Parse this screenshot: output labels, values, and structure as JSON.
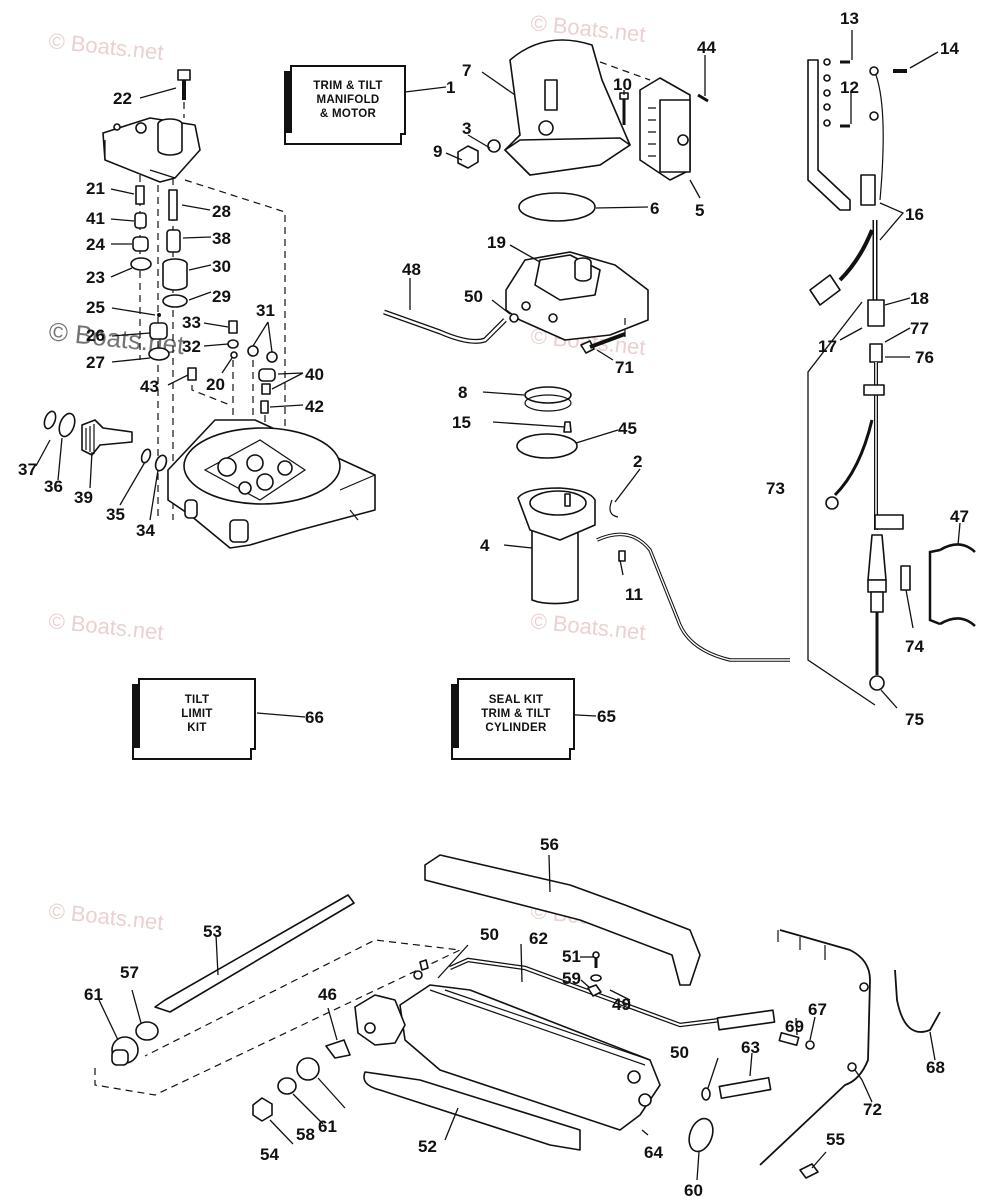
{
  "diagram": {
    "title": "Trim & Tilt parts exploded diagram",
    "watermark_text": "© Boats.net",
    "watermark_color": "#e7c8c8",
    "ink_color": "#111111"
  },
  "kits": [
    {
      "id": "kit-1",
      "text": "TRIM & TILT\nMANIFOLD\n& MOTOR",
      "callout": "1"
    },
    {
      "id": "kit-66",
      "text": "TILT\nLIMIT\nKIT",
      "callout": "66"
    },
    {
      "id": "kit-65",
      "text": "SEAL KIT\nTRIM & TILT\nCYLINDER",
      "callout": "65"
    }
  ],
  "callouts": [
    "22",
    "1",
    "7",
    "3",
    "9",
    "10",
    "44",
    "5",
    "6",
    "13",
    "14",
    "12",
    "16",
    "18",
    "17",
    "77",
    "76",
    "21",
    "41",
    "24",
    "23",
    "28",
    "38",
    "30",
    "29",
    "25",
    "26",
    "27",
    "33",
    "32",
    "31",
    "20",
    "40",
    "43",
    "42",
    "19",
    "48",
    "50",
    "71",
    "8",
    "15",
    "45",
    "2",
    "4",
    "11",
    "73",
    "47",
    "74",
    "75",
    "37",
    "36",
    "39",
    "35",
    "34",
    "66",
    "65",
    "56",
    "53",
    "50",
    "62",
    "51",
    "59",
    "49",
    "57",
    "61",
    "46",
    "69",
    "67",
    "68",
    "50",
    "63",
    "72",
    "61",
    "58",
    "54",
    "52",
    "64",
    "60",
    "55"
  ]
}
